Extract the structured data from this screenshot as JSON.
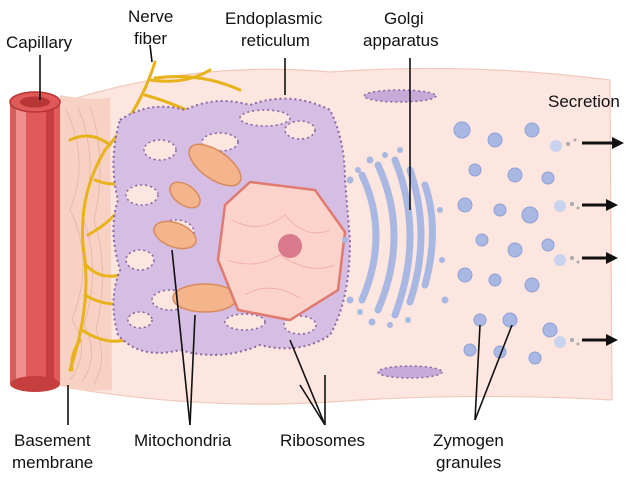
{
  "labels": {
    "capillary": "Capillary",
    "nerve_fiber_1": "Nerve",
    "nerve_fiber_2": "fiber",
    "er_1": "Endoplasmic",
    "er_2": "reticulum",
    "golgi_1": "Golgi",
    "golgi_2": "apparatus",
    "secretion": "Secretion",
    "basement_1": "Basement",
    "basement_2": "membrane",
    "mitochondria": "Mitochondria",
    "ribosomes": "Ribosomes",
    "zymogen_1": "Zymogen",
    "zymogen_2": "granules"
  },
  "colors": {
    "cell_fill": "#fde6df",
    "capillary_red": "#e05a5a",
    "nerve_yellow": "#e8b21a",
    "er_purple": "#c9a9d8",
    "er_dots": "#7e5a96",
    "mito_orange": "#f4b48c",
    "nucleus_fill": "#fbd3cb",
    "golgi_blue": "#a9b7e3",
    "granule_blue": "#a9b7e3"
  }
}
